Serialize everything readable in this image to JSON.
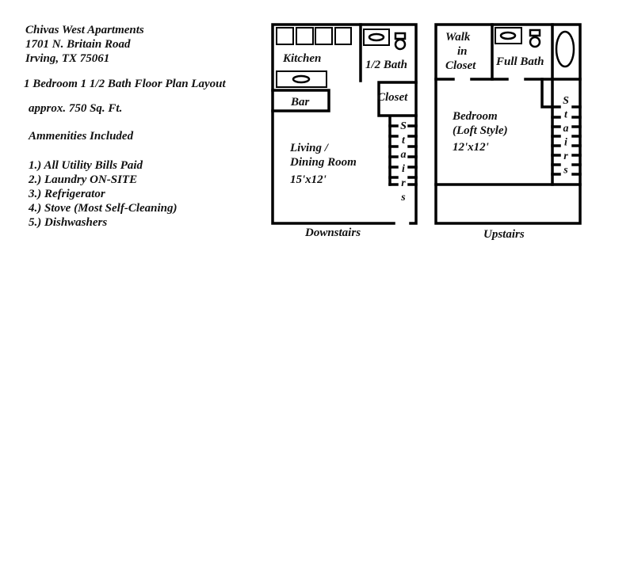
{
  "info": {
    "name": "Chivas West Apartments",
    "address1": "1701 N. Britain Road",
    "address2": "Irving, TX 75061",
    "layout": "1 Bedroom 1 1/2 Bath Floor Plan Layout",
    "size": "approx. 750 Sq. Ft.",
    "amenities_title": "Ammenities Included",
    "amenities": [
      "1.) All Utility Bills Paid",
      "2.) Laundry ON-SITE",
      "3.) Refrigerator",
      "4.) Stove (Most Self-Cleaning)",
      "5.) Dishwashers"
    ]
  },
  "downstairs": {
    "caption": "Downstairs",
    "kitchen": "Kitchen",
    "half_bath": "1/2 Bath",
    "bar": "Bar",
    "closet": "Closet",
    "living_1": "Living /",
    "living_2": "Dining Room",
    "living_size": "15'x12'",
    "stairs": [
      "S",
      "t",
      "a",
      "i",
      "r",
      "s"
    ]
  },
  "upstairs": {
    "caption": "Upstairs",
    "walk_1": "Walk",
    "walk_2": "in",
    "walk_3": "Closet",
    "full_bath": "Full Bath",
    "bedroom_1": "Bedroom",
    "bedroom_2": "(Loft Style)",
    "bedroom_size": "12'x12'",
    "stairs": [
      "S",
      "t",
      "a",
      "i",
      "r",
      "s"
    ]
  }
}
